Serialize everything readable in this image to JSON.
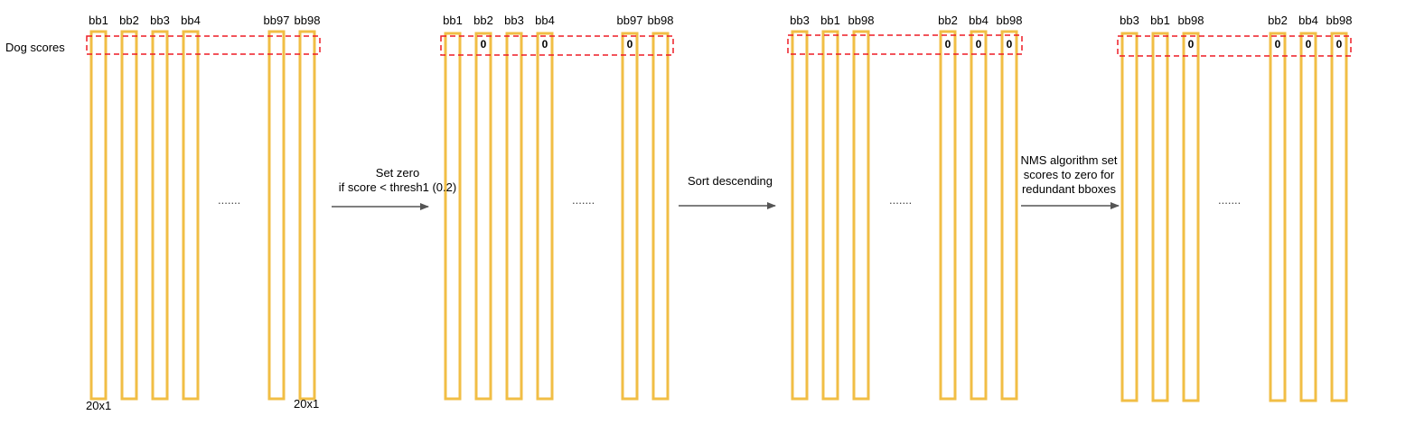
{
  "row_label": "Dog scores",
  "dim_label": "20x1",
  "ellipsis": ".......",
  "colors": {
    "column_stroke": "#F1BE45",
    "highlight_border": "#EE1C25",
    "arrow": "#555555"
  },
  "stages": [
    {
      "columns": [
        {
          "label": "bb1",
          "score": ""
        },
        {
          "label": "bb2",
          "score": ""
        },
        {
          "label": "bb3",
          "score": ""
        },
        {
          "label": "bb4",
          "score": ""
        },
        {
          "label": "bb97",
          "score": ""
        },
        {
          "label": "bb98",
          "score": ""
        }
      ]
    },
    {
      "columns": [
        {
          "label": "bb1",
          "score": ""
        },
        {
          "label": "bb2",
          "score": "0"
        },
        {
          "label": "bb3",
          "score": ""
        },
        {
          "label": "bb4",
          "score": "0"
        },
        {
          "label": "bb97",
          "score": "0"
        },
        {
          "label": "bb98",
          "score": ""
        }
      ]
    },
    {
      "columns": [
        {
          "label": "bb3",
          "score": ""
        },
        {
          "label": "bb1",
          "score": ""
        },
        {
          "label": "bb98",
          "score": ""
        },
        {
          "label": "bb2",
          "score": "0"
        },
        {
          "label": "bb4",
          "score": "0"
        },
        {
          "label": "bb98",
          "score": "0"
        }
      ]
    },
    {
      "columns": [
        {
          "label": "bb3",
          "score": ""
        },
        {
          "label": "bb1",
          "score": ""
        },
        {
          "label": "bb98",
          "score": "0"
        },
        {
          "label": "bb2",
          "score": "0"
        },
        {
          "label": "bb4",
          "score": "0"
        },
        {
          "label": "bb98",
          "score": "0"
        }
      ]
    }
  ],
  "transitions": [
    {
      "lines": [
        "Set zero",
        "if score < thresh1 (0.2)"
      ]
    },
    {
      "lines": [
        "Sort descending"
      ]
    },
    {
      "lines": [
        "NMS algorithm set",
        "scores to zero for",
        "redundant bboxes"
      ]
    }
  ]
}
